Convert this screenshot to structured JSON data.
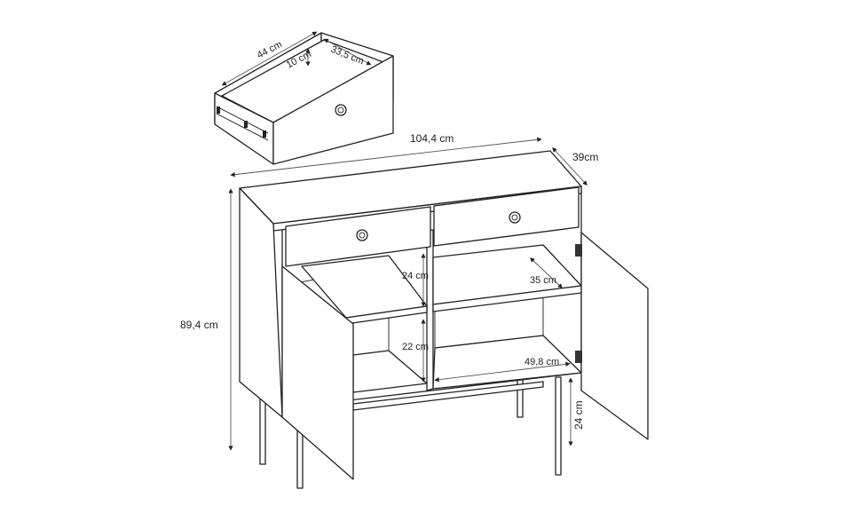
{
  "drawer": {
    "length": "44 cm",
    "height": "10 cm",
    "width": "33,5 cm"
  },
  "cabinet": {
    "width": "104,4 cm",
    "depth": "39cm",
    "height": "89,4 cm",
    "upper_shelf_height": "24 cm",
    "shelf_depth": "35 cm",
    "lower_shelf_height": "22 cm",
    "compartment_width": "49,8 cm",
    "leg_height": "24 cm"
  }
}
